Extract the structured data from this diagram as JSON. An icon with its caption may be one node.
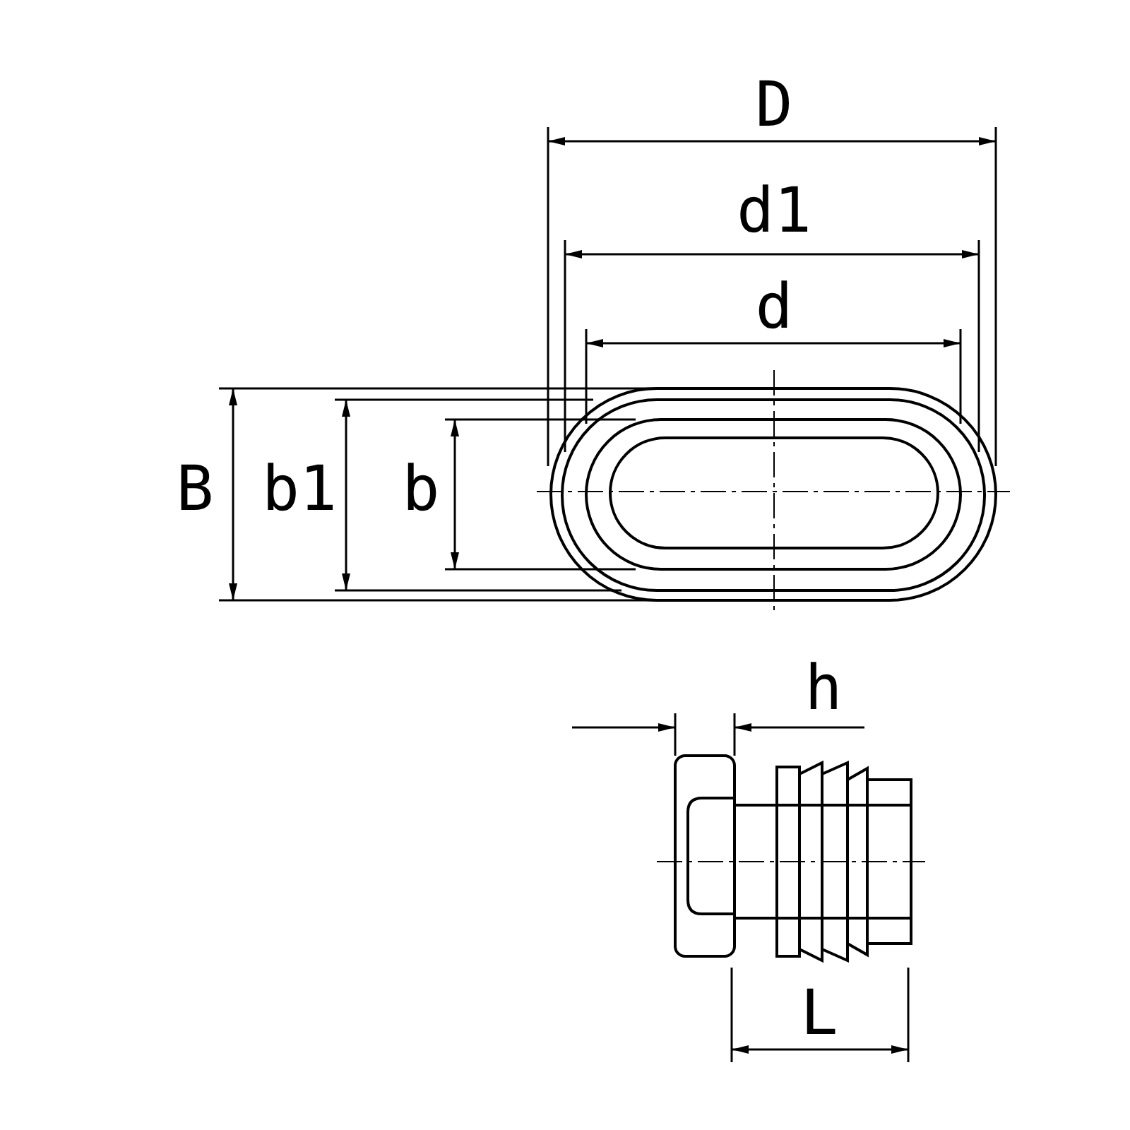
{
  "diagram": {
    "labels": [
      "D",
      "d1",
      "d",
      "B",
      "b1",
      "b",
      "h",
      "L"
    ]
  }
}
